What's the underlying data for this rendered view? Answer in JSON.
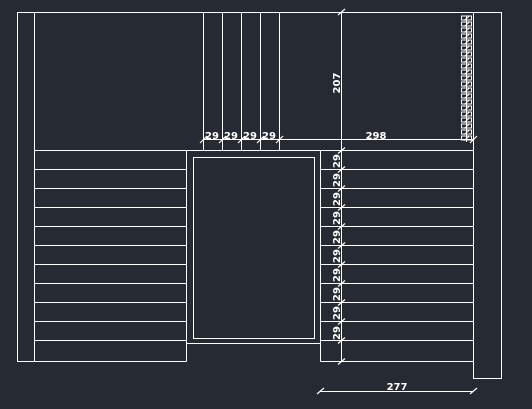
{
  "colors": {
    "background": "#252a33",
    "line": "#ffffff"
  },
  "dimensions": {
    "top_segments": [
      "29",
      "29",
      "29",
      "29"
    ],
    "top_right": "298",
    "vertical_main": "207",
    "right_stack": [
      "29",
      "29",
      "29",
      "29",
      "29",
      "29",
      "29",
      "29",
      "29",
      "29"
    ],
    "bottom": "277"
  }
}
